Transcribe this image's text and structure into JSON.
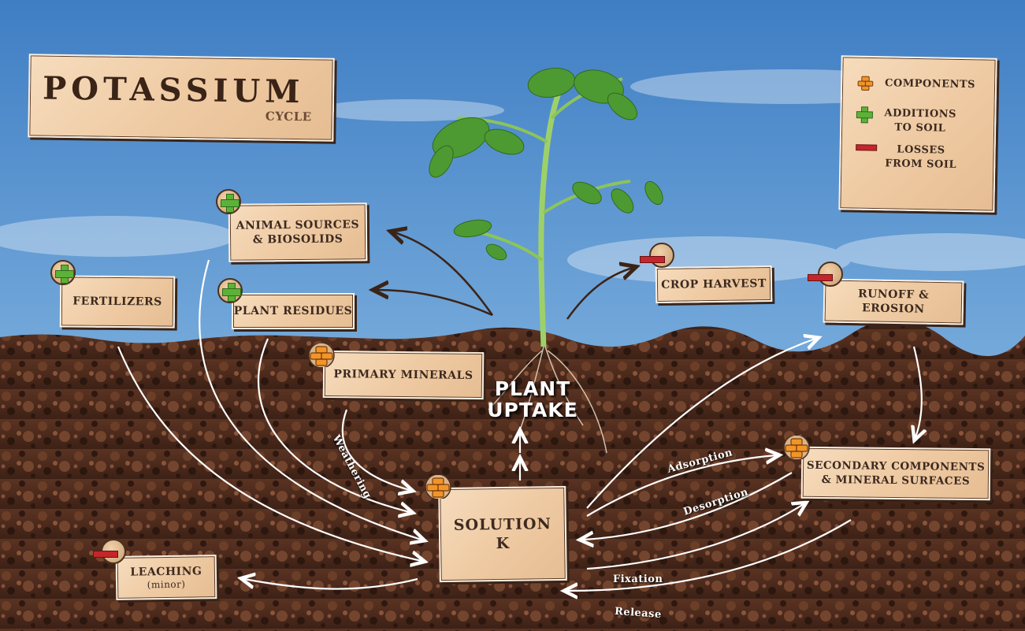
{
  "title": {
    "main": "POTASSIUM",
    "sub": "CYCLE"
  },
  "legend": {
    "components": "COMPONENTS",
    "additions_1": "ADDITIONS",
    "additions_2": "TO SOIL",
    "losses_1": "LOSSES",
    "losses_2": "FROM SOIL"
  },
  "nodes": {
    "animal_sources_1": "ANIMAL SOURCES",
    "animal_sources_2": "& BIOSOLIDS",
    "fertilizers": "FERTILIZERS",
    "plant_residues": "PLANT RESIDUES",
    "crop_harvest": "CROP HARVEST",
    "runoff_erosion": "RUNOFF & EROSION",
    "primary_minerals": "PRIMARY MINERALS",
    "solution_1": "SOLUTION",
    "solution_2": "K",
    "secondary_1": "SECONDARY COMPONENTS",
    "secondary_2": "& MINERAL SURFACES",
    "leaching": "LEACHING",
    "leaching_note": "(minor)",
    "plant_uptake_1": "PLANT",
    "plant_uptake_2": "UPTAKE"
  },
  "processes": {
    "weathering": "Weathering",
    "adsorption": "Adsorption",
    "desorption": "Desorption",
    "fixation": "Fixation",
    "release": "Release"
  },
  "colors": {
    "sky_top": "#3f7ec4",
    "sky_bottom": "#9fc6e6",
    "soil": "#4a2a1c",
    "card": "#eec9a1",
    "addition": "#5cb238",
    "loss": "#c4262b",
    "component": "#f0952a"
  }
}
